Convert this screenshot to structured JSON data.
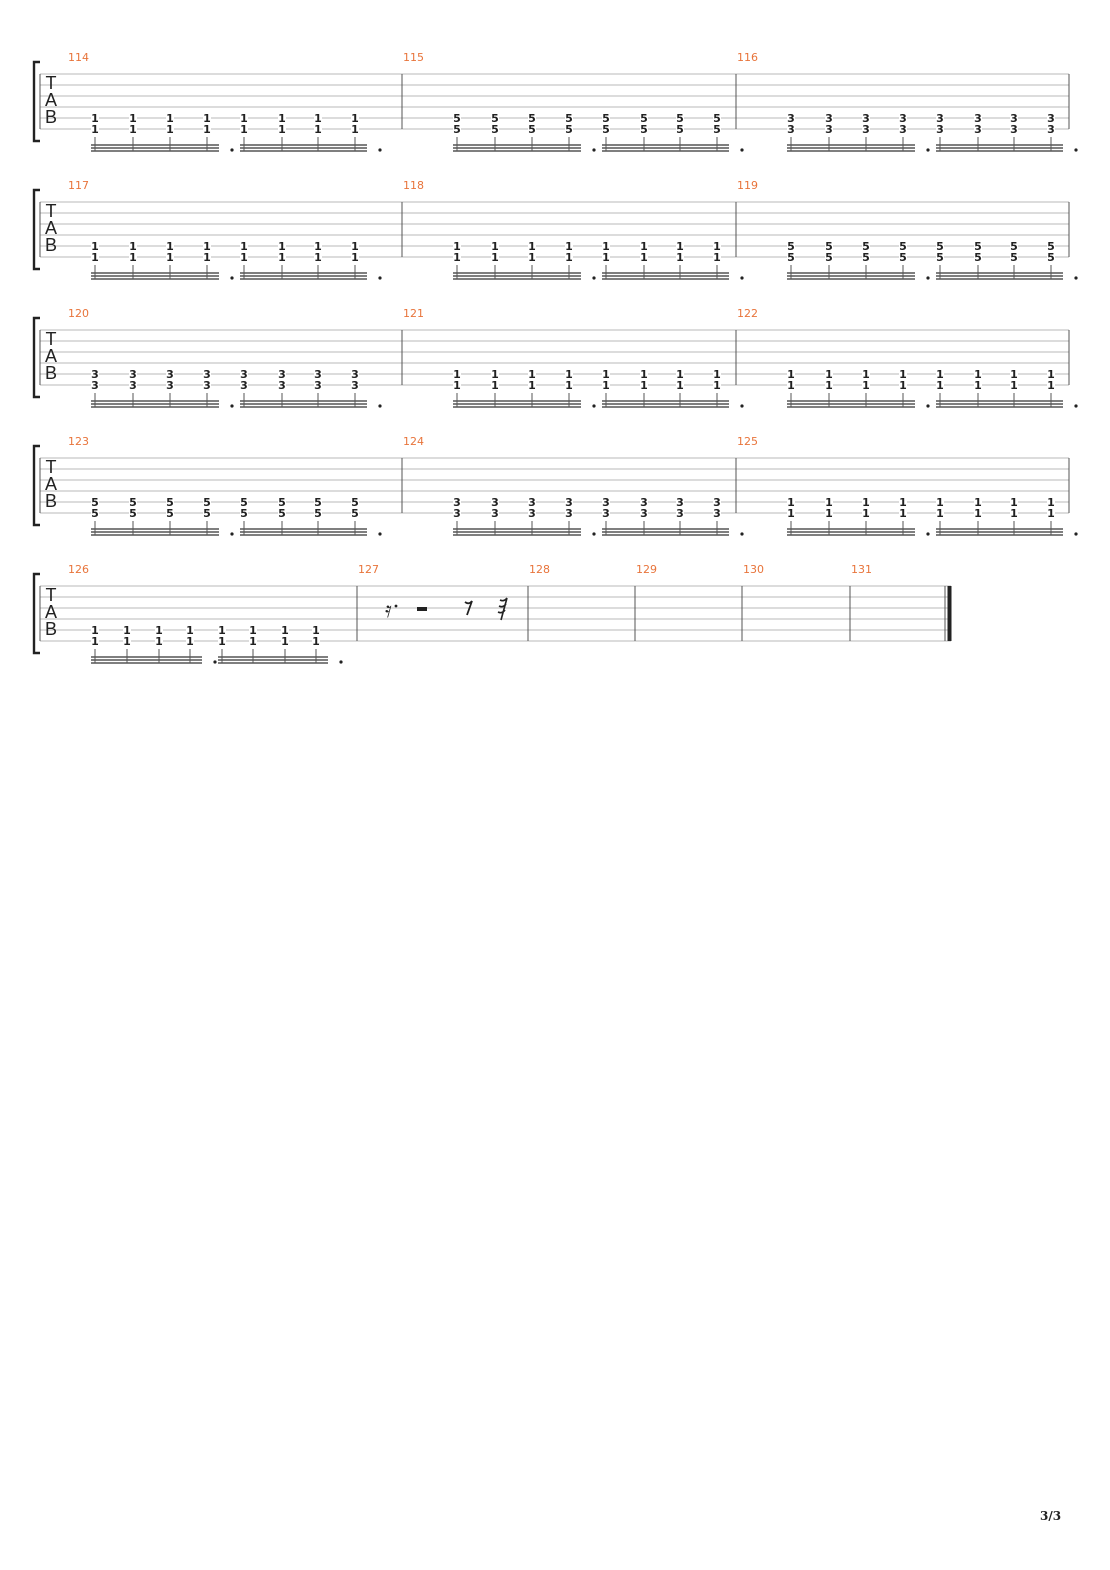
{
  "tab_clef": [
    "T",
    "A",
    "B"
  ],
  "colors": {
    "measure_number": "#e8743b",
    "staff_line": "#b8b8b8",
    "barline": "#555555",
    "note": "#222222",
    "beam": "#555555",
    "bracket": "#222222"
  },
  "systems": [
    {
      "measures": [
        {
          "number": "114",
          "type": "eighths",
          "fret": "1",
          "strings": 2
        },
        {
          "number": "115",
          "type": "eighths",
          "fret": "5",
          "strings": 2
        },
        {
          "number": "116",
          "type": "eighths",
          "fret": "3",
          "strings": 2
        }
      ]
    },
    {
      "measures": [
        {
          "number": "117",
          "type": "eighths",
          "fret": "1",
          "strings": 2
        },
        {
          "number": "118",
          "type": "eighths",
          "fret": "1",
          "strings": 2
        },
        {
          "number": "119",
          "type": "eighths",
          "fret": "5",
          "strings": 2
        }
      ]
    },
    {
      "measures": [
        {
          "number": "120",
          "type": "eighths",
          "fret": "3",
          "strings": 2
        },
        {
          "number": "121",
          "type": "eighths",
          "fret": "1",
          "strings": 2
        },
        {
          "number": "122",
          "type": "eighths",
          "fret": "1",
          "strings": 2
        }
      ]
    },
    {
      "measures": [
        {
          "number": "123",
          "type": "eighths",
          "fret": "5",
          "strings": 2
        },
        {
          "number": "124",
          "type": "eighths",
          "fret": "3",
          "strings": 2
        },
        {
          "number": "125",
          "type": "eighths",
          "fret": "1",
          "strings": 2
        }
      ]
    },
    {
      "measures": [
        {
          "number": "126",
          "type": "eighths",
          "fret": "1",
          "strings": 2
        },
        {
          "number": "127",
          "type": "rests"
        },
        {
          "number": "128",
          "type": "empty"
        },
        {
          "number": "129",
          "type": "empty"
        },
        {
          "number": "130",
          "type": "empty"
        },
        {
          "number": "131",
          "type": "empty",
          "final": true
        }
      ]
    }
  ],
  "footer": {
    "page": "3/3"
  }
}
